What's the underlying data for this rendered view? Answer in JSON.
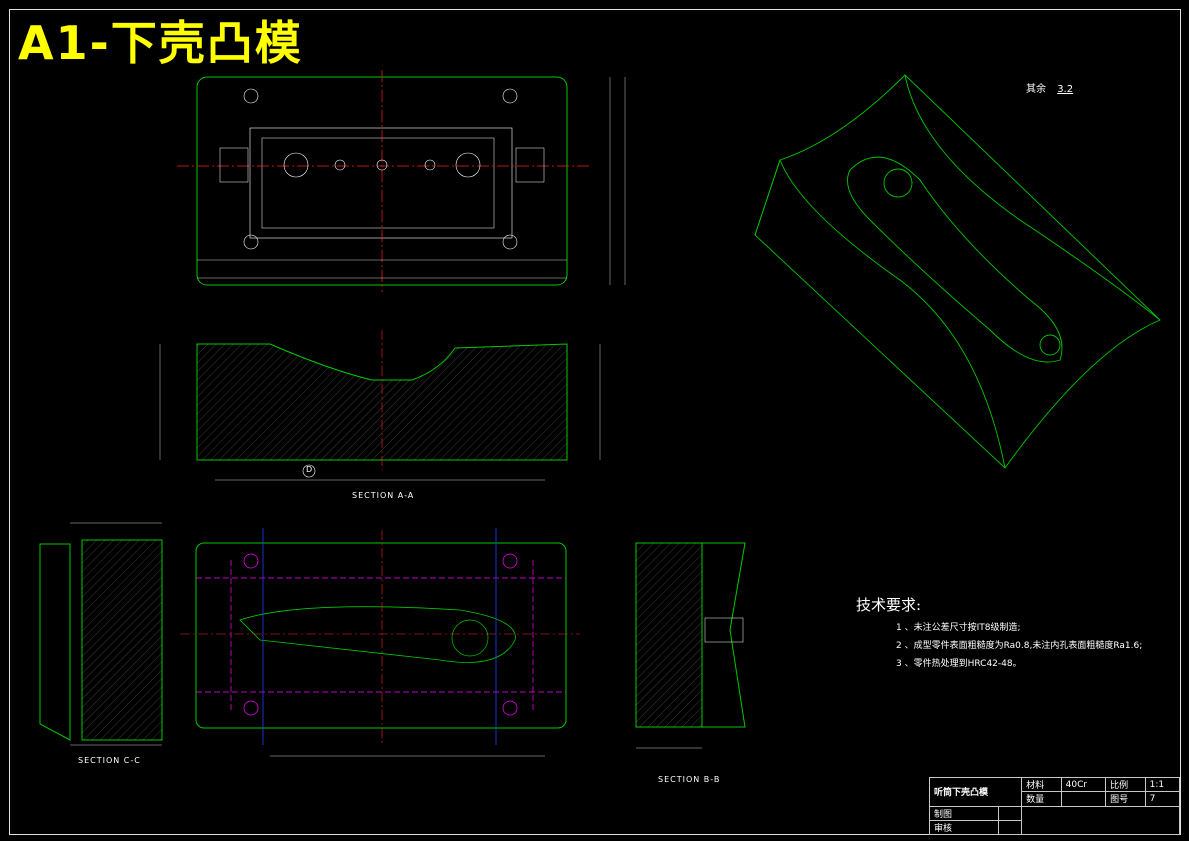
{
  "title": "A1-下壳凸模",
  "colors": {
    "background": "#000000",
    "title": "#ffff00",
    "outline": "#00c800",
    "centerline": "#ff2020",
    "hidden": "#ff00ff",
    "cutting_plane": "#2040ff",
    "text": "#ffffff"
  },
  "views": {
    "section_aa": "SECTION A-A",
    "section_cc": "SECTION C-C",
    "section_bb": "SECTION B-B",
    "datum_d": "D"
  },
  "roughness_note": "其余",
  "roughness_value": "3.2",
  "tech_requirements": {
    "title": "技术要求:",
    "items": [
      "1 、未注公差尺寸按IT8级制造;",
      "2 、成型零件表面粗糙度为Ra0.8,未注内孔表面粗糙度Ra1.6;",
      "3 、零件热处理到HRC42-48。"
    ]
  },
  "title_block": {
    "part_name": "听筒下壳凸模",
    "material_label": "材料",
    "material_value": "40Cr",
    "scale_label": "比例",
    "scale_value": "1:1",
    "quantity_label": "数量",
    "drawing_no_label": "图号",
    "drawing_no_value": "7",
    "drawn_by_label": "制图",
    "checked_by_label": "审核"
  }
}
